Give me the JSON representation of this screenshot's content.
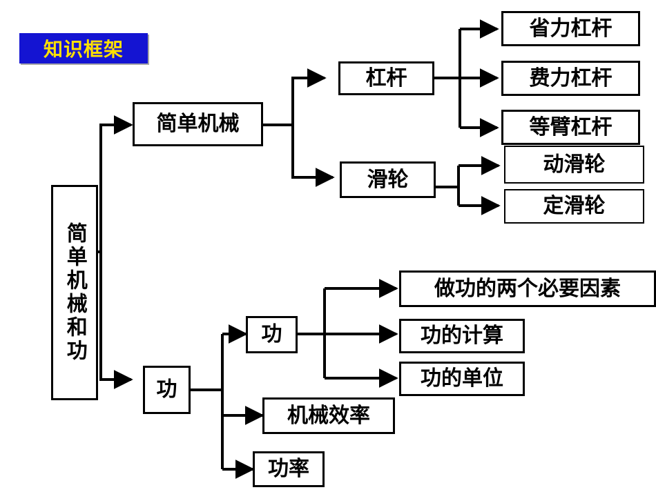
{
  "title_badge": {
    "text": "知识框架",
    "bg": "#1414d2",
    "fg": "#ffe000"
  },
  "diagram": {
    "type": "tree",
    "orientation": "left-to-right",
    "root": {
      "id": "root",
      "label": "简单机械和功",
      "orientation": "vertical"
    },
    "nodes": [
      {
        "id": "simple-machines",
        "label": "简单机械",
        "level": 1
      },
      {
        "id": "work",
        "label": "功",
        "level": 1
      },
      {
        "id": "lever",
        "label": "杠杆",
        "level": 2
      },
      {
        "id": "pulley",
        "label": "滑轮",
        "level": 2
      },
      {
        "id": "work-sub",
        "label": "功",
        "level": 2
      },
      {
        "id": "mechanical-efficiency",
        "label": "机械效率",
        "level": 2
      },
      {
        "id": "power",
        "label": "功率",
        "level": 2
      },
      {
        "id": "effort-saving-lever",
        "label": "省力杠杆",
        "level": 3
      },
      {
        "id": "effort-costing-lever",
        "label": "费力杠杆",
        "level": 3
      },
      {
        "id": "equal-arm-lever",
        "label": "等臂杠杆",
        "level": 3
      },
      {
        "id": "movable-pulley",
        "label": "动滑轮",
        "level": 3
      },
      {
        "id": "fixed-pulley",
        "label": "定滑轮",
        "level": 3
      },
      {
        "id": "two-factors-of-work",
        "label": "做功的两个必要因素",
        "level": 3
      },
      {
        "id": "work-calculation",
        "label": "功的计算",
        "level": 3
      },
      {
        "id": "work-unit",
        "label": "功的单位",
        "level": 3
      }
    ],
    "edges": [
      {
        "from": "root",
        "to": "simple-machines"
      },
      {
        "from": "root",
        "to": "work"
      },
      {
        "from": "simple-machines",
        "to": "lever"
      },
      {
        "from": "simple-machines",
        "to": "pulley"
      },
      {
        "from": "lever",
        "to": "effort-saving-lever"
      },
      {
        "from": "lever",
        "to": "effort-costing-lever"
      },
      {
        "from": "lever",
        "to": "equal-arm-lever"
      },
      {
        "from": "pulley",
        "to": "movable-pulley"
      },
      {
        "from": "pulley",
        "to": "fixed-pulley"
      },
      {
        "from": "work",
        "to": "work-sub"
      },
      {
        "from": "work",
        "to": "mechanical-efficiency"
      },
      {
        "from": "work",
        "to": "power"
      },
      {
        "from": "work-sub",
        "to": "two-factors-of-work"
      },
      {
        "from": "work-sub",
        "to": "work-calculation"
      },
      {
        "from": "work-sub",
        "to": "work-unit"
      }
    ]
  }
}
